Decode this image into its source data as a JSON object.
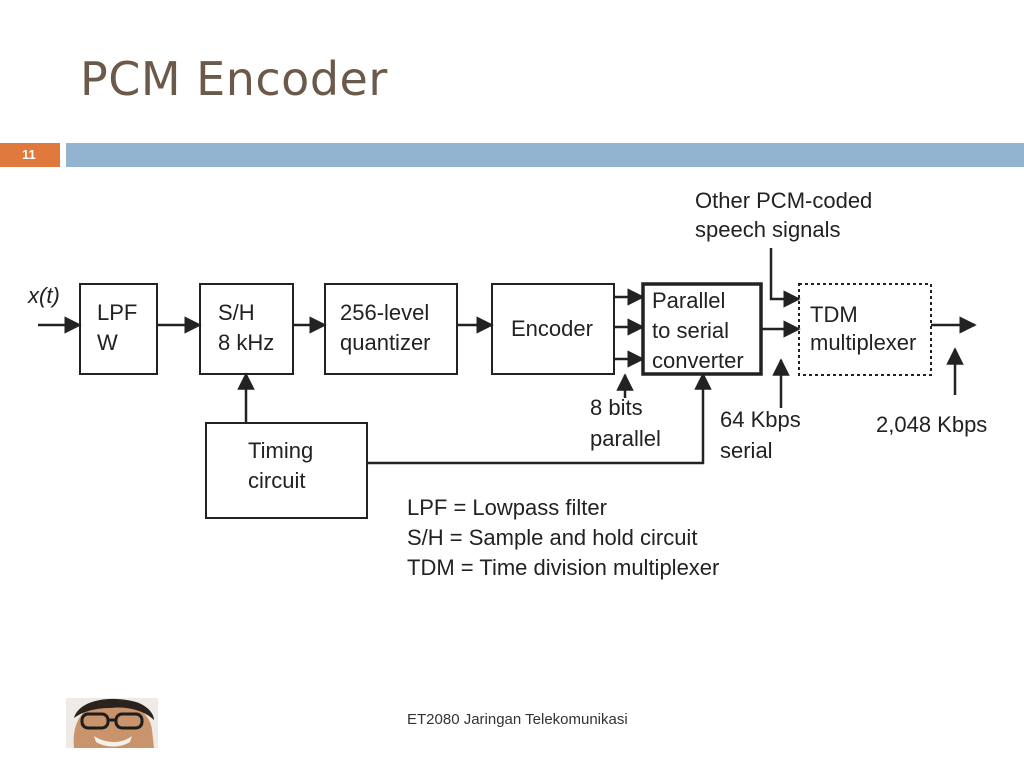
{
  "slide": {
    "title": "PCM Encoder",
    "number": "11",
    "footer": "ET2080 Jaringan Telekomunikasi"
  },
  "diagram": {
    "input_label": "x(t)",
    "blocks": {
      "lpf": [
        "LPF",
        "W"
      ],
      "sh": [
        "S/H",
        "8 kHz"
      ],
      "quantizer": [
        "256-level",
        "quantizer"
      ],
      "encoder": [
        "Encoder"
      ],
      "p2s": [
        "Parallel",
        "to serial",
        "converter"
      ],
      "tdm": [
        "TDM",
        "multiplexer"
      ],
      "timing": [
        "Timing",
        "circuit"
      ]
    },
    "labels": {
      "other_pcm": [
        "Other PCM-coded",
        "speech signals"
      ],
      "bits8": [
        "8 bits",
        "parallel"
      ],
      "kbps64": [
        "64 Kbps",
        "serial"
      ],
      "kbps2048": "2,048 Kbps"
    },
    "legend": [
      "LPF = Lowpass filter",
      "S/H = Sample and hold circuit",
      "TDM = Time division multiplexer"
    ]
  },
  "colors": {
    "title": "#6b5a4a",
    "accent_orange": "#e07a3c",
    "accent_blue": "#92b4d0"
  }
}
